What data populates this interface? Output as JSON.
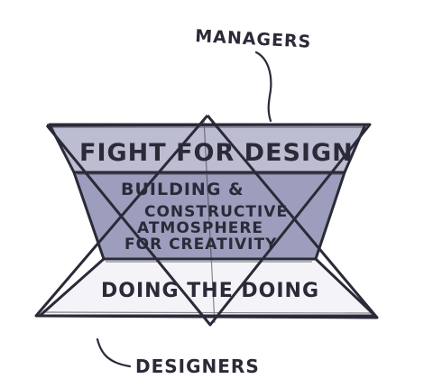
{
  "diagram": {
    "top_label": "MANAGERS",
    "bottom_label": "DESIGNERS",
    "bands": [
      {
        "label": "FIGHT FOR DESIGN"
      },
      {
        "label_lines": [
          "BUILDING &",
          "CONSTRUCTIVE",
          "ATMOSPHERE",
          "FOR CREATIVITY"
        ]
      },
      {
        "label": "DOING THE DOING"
      }
    ],
    "colors": {
      "ink": "#2a2a38",
      "top_band": "#bdbdd1",
      "middle_band": "#9d9dbd",
      "bottom_band": "#f4f4f8"
    }
  }
}
